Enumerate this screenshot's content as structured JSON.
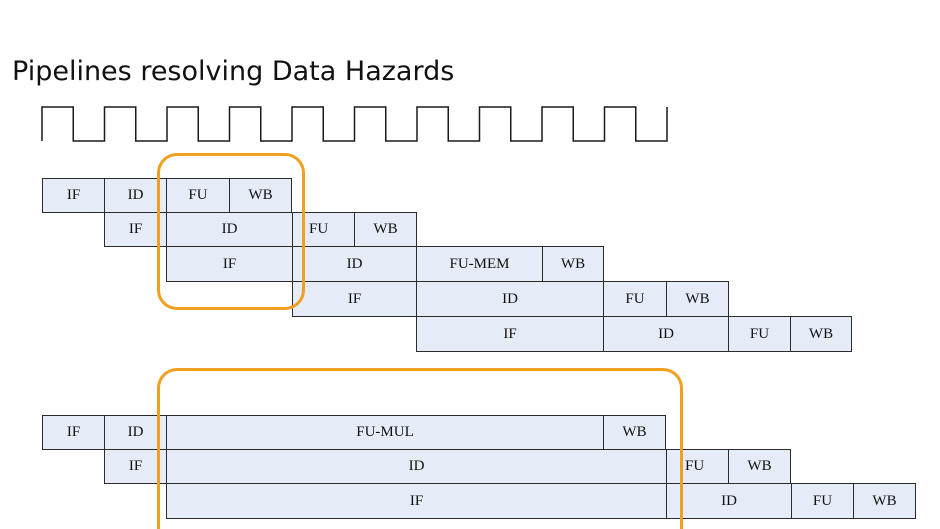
{
  "title": "Pipelines resolving Data Hazards",
  "colors": {
    "cell_fill": "#e6ecf7",
    "cell_border": "#2b2b2b",
    "highlight": "#f0a020"
  },
  "stages": {
    "if": "IF",
    "id": "ID",
    "fu": "FU",
    "wb": "WB",
    "fu_mem": "FU-MEM",
    "fu_mul": "FU-MUL"
  }
}
